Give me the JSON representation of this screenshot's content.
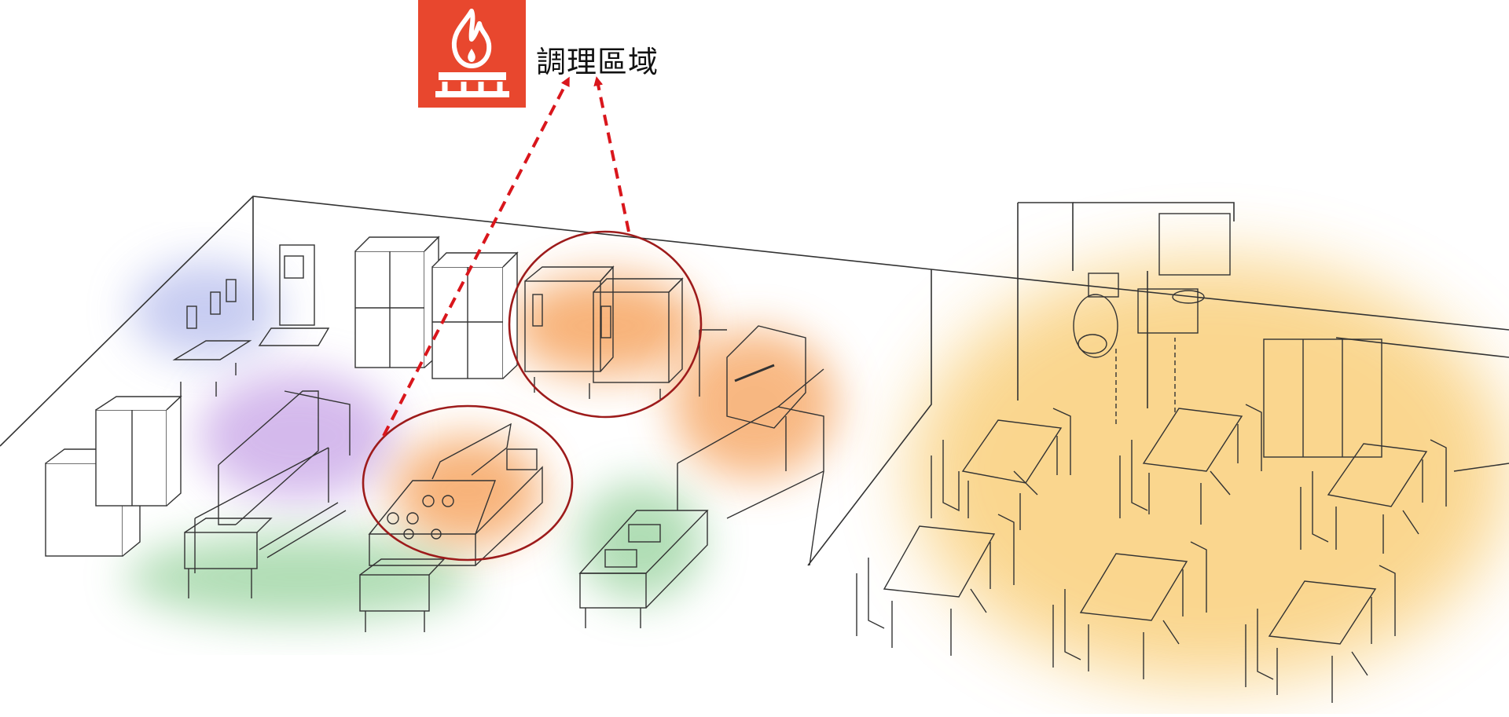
{
  "callout": {
    "label": "調理區域",
    "icon": "stove-fire-icon",
    "badge_color": "#e8472e",
    "arrow_color": "#d9161c",
    "ring_color": "#9d1b1b"
  },
  "zones": [
    {
      "name": "handwash-zone",
      "color": "#9aa3e6"
    },
    {
      "name": "prep-zone",
      "color": "#b88be0"
    },
    {
      "name": "sink-zone",
      "color": "#8fcf95"
    },
    {
      "name": "cooking-zone",
      "color": "#f59a4e"
    },
    {
      "name": "dining-zone",
      "color": "#f8c55e"
    }
  ]
}
